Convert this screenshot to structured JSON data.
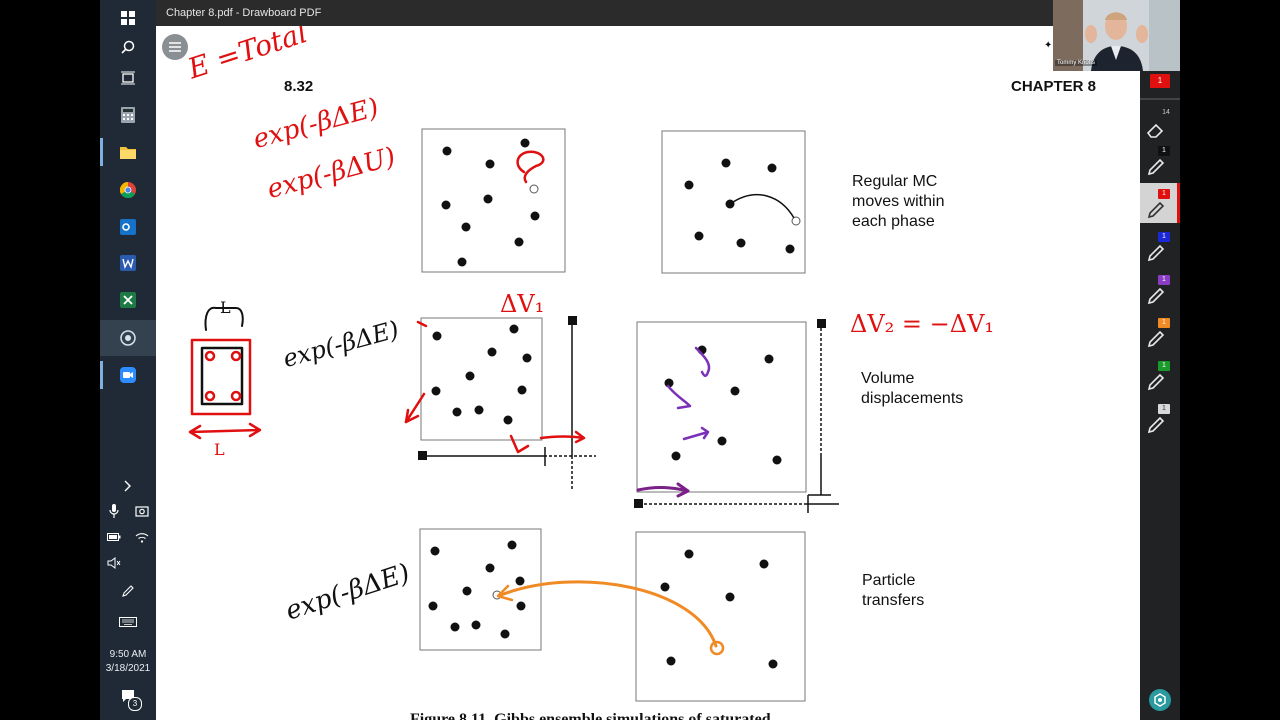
{
  "window": {
    "title": "Chapter 8.pdf - Drawboard PDF"
  },
  "webcam": {
    "name": "Tommy Knotts"
  },
  "document": {
    "page_number": "8.32",
    "chapter": "CHAPTER 8",
    "labels": {
      "regular": [
        "Regular MC",
        "moves within",
        "each phase"
      ],
      "volume": [
        "Volume",
        "displacements"
      ],
      "particle": [
        "Particle",
        "transfers"
      ]
    },
    "caption": "Figure 8.11. Gibbs ensemble simulations of saturated"
  },
  "annotations": {
    "e_total": "E =Total",
    "exp_beta_e_1": "exp(-βΔE)",
    "exp_beta_u": "exp(-βΔU)",
    "exp_beta_e_2": "exp(-βΔE)",
    "exp_beta_e_3": "exp(-βΔE)",
    "dv1": "ΔV₁",
    "dv2": "ΔV₂ = −ΔV₁",
    "L_top": "L",
    "L_bottom": "L"
  },
  "tools": {
    "page_count_badge": "1",
    "eraser_badge": "14",
    "pens": [
      {
        "color": "#111111",
        "badge": "1"
      },
      {
        "color": "#e01010",
        "badge": "1"
      },
      {
        "color": "#1a28d8",
        "badge": "1"
      },
      {
        "color": "#8a3cc4",
        "badge": "1"
      },
      {
        "color": "#f08a24",
        "badge": "1"
      },
      {
        "color": "#1a9a2a",
        "badge": "1"
      },
      {
        "color": "#d8d8d8",
        "badge": "1"
      }
    ]
  },
  "system": {
    "time": "9:50 AM",
    "date": "3/18/2021",
    "notification_count": "3"
  }
}
